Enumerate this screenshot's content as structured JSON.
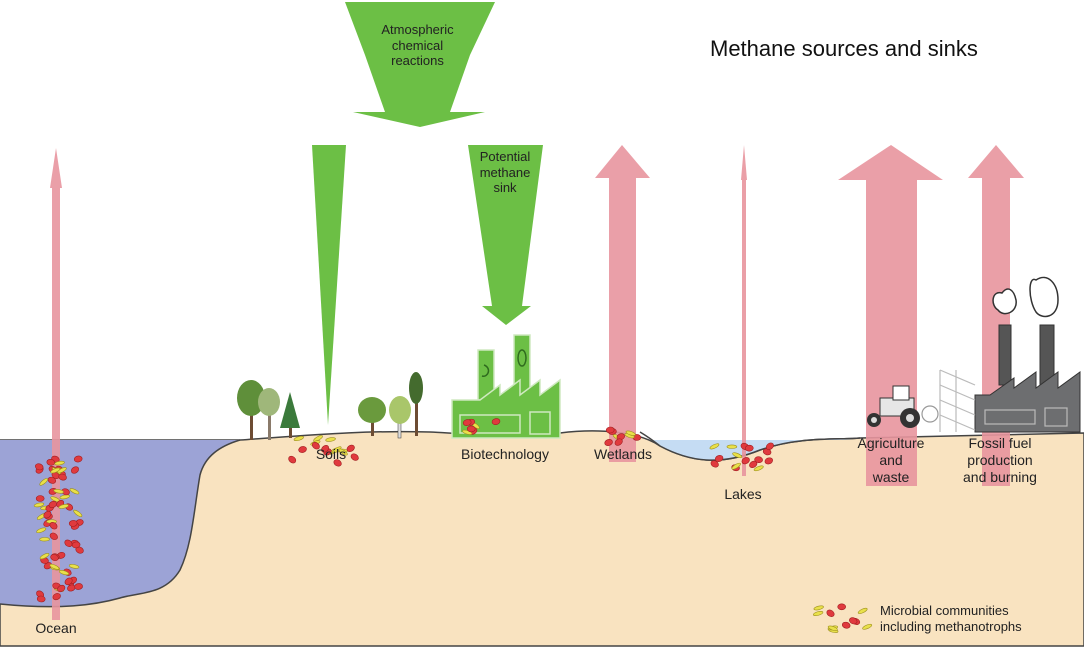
{
  "title": "Methane sources and sinks",
  "sinks": {
    "atmospheric": [
      "Atmospheric",
      "chemical",
      "reactions"
    ],
    "potential": [
      "Potential",
      "methane",
      "sink"
    ]
  },
  "locations": {
    "ocean": "Ocean",
    "soils": "Soils",
    "biotechnology": "Biotechnology",
    "wetlands": "Wetlands",
    "lakes": "Lakes",
    "agriculture": [
      "Agriculture",
      "and",
      "waste"
    ],
    "fossil": [
      "Fossil fuel",
      "production",
      "and burning"
    ]
  },
  "legend": [
    "Microbial communities",
    "including methanotrophs"
  ],
  "colors": {
    "source_arrow": "#e8959e",
    "sink_arrow": "#6cbf45",
    "ground": "#f9e3c0",
    "ocean": "#9ca3d6",
    "lake": "#c5dcf3",
    "microbe_red": "#e03a3e",
    "microbe_yellow": "#e9e04a"
  }
}
